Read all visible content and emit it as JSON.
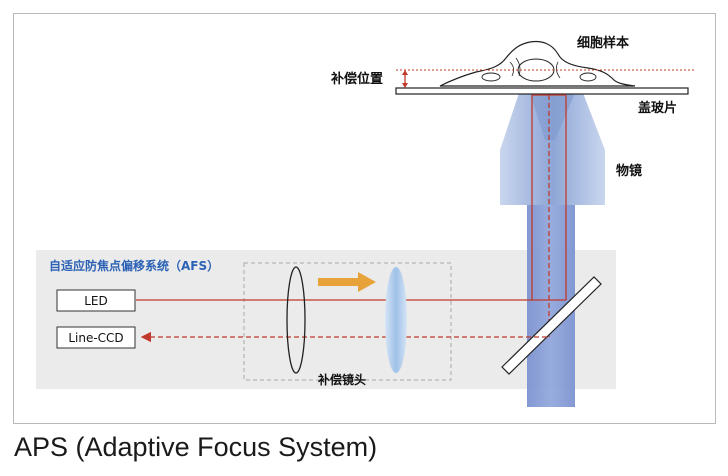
{
  "labels": {
    "cell_sample": "细胞样本",
    "compensation_position": "补偿位置",
    "cover_glass": "盖玻片",
    "objective": "物镜",
    "afs_title": "自适应防焦点偏移系统（AFS）",
    "led": "LED",
    "line_ccd": "Line-CCD",
    "compensation_lens": "补偿镜头"
  },
  "caption": "APS (Adaptive Focus System)",
  "colors": {
    "beam_red": "#c0392b",
    "objective_blue": "#8fa9d8",
    "afs_panel": "#ececec",
    "arrow_orange": "#e8a23a",
    "lens_blue": "#a9c6ea"
  }
}
